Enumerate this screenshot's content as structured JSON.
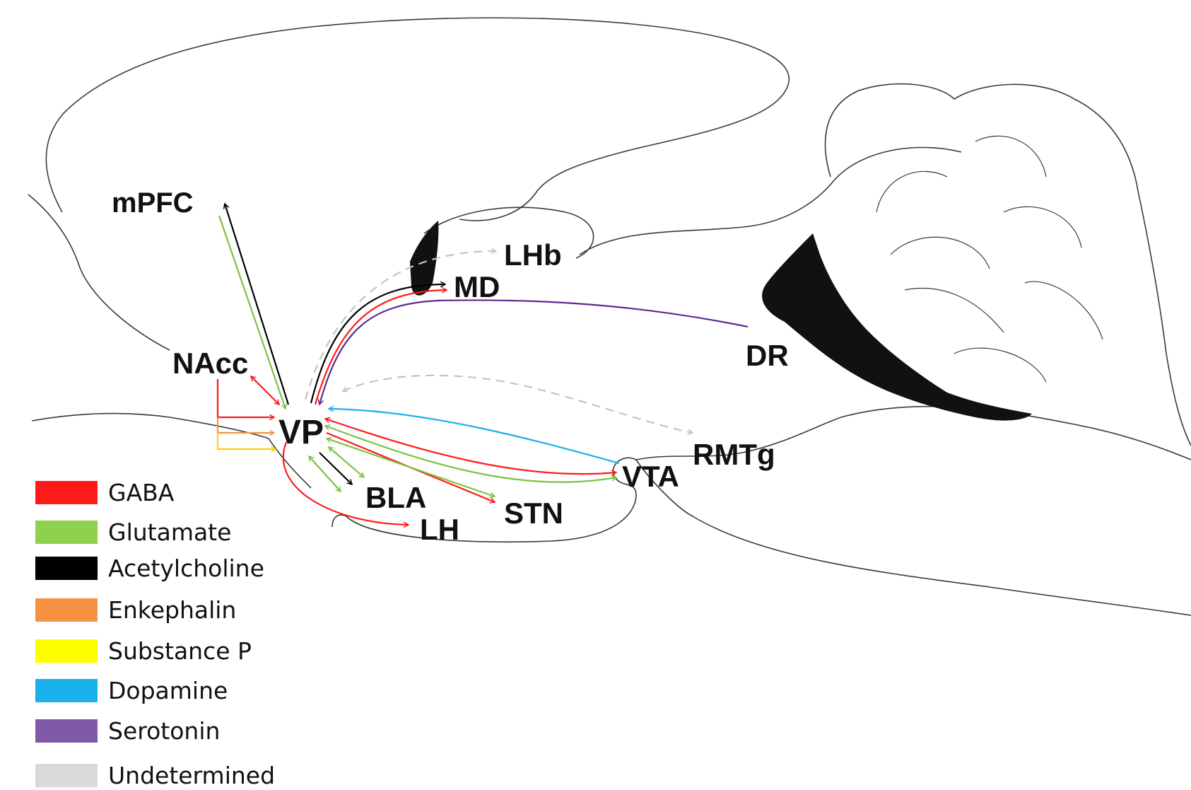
{
  "regions": {
    "mpfc": "mPFC",
    "lhb": "LHb",
    "md": "MD",
    "nacc": "NAcc",
    "dr": "DR",
    "vp": "VP",
    "rmtg": "RMTg",
    "vta": "VTA",
    "bla": "BLA",
    "stn": "STN",
    "lh": "LH"
  },
  "legend": [
    {
      "label": "GABA",
      "color": "#ff1a1a"
    },
    {
      "label": "Glutamate",
      "color": "#8fd14f"
    },
    {
      "label": "Acetylcholine",
      "color": "#000000"
    },
    {
      "label": "Enkephalin",
      "color": "#f59342"
    },
    {
      "label": "Substance P",
      "color": "#ffff00"
    },
    {
      "label": "Dopamine",
      "color": "#1ab0ec"
    },
    {
      "label": "Serotonin",
      "color": "#7f5aa6"
    },
    {
      "label": "Undetermined",
      "color": "#d9d9d9"
    }
  ],
  "colors": {
    "gaba": "#ff1a1a",
    "glutamate": "#7dc242",
    "acetylcholine": "#000000",
    "enkephalin": "#f59342",
    "substance_p": "#ffd000",
    "dopamine": "#1ab0ec",
    "serotonin": "#5b2a91",
    "undetermined": "#c4c4c4",
    "outline": "#3a3a3a",
    "ventricle": "#111111"
  }
}
